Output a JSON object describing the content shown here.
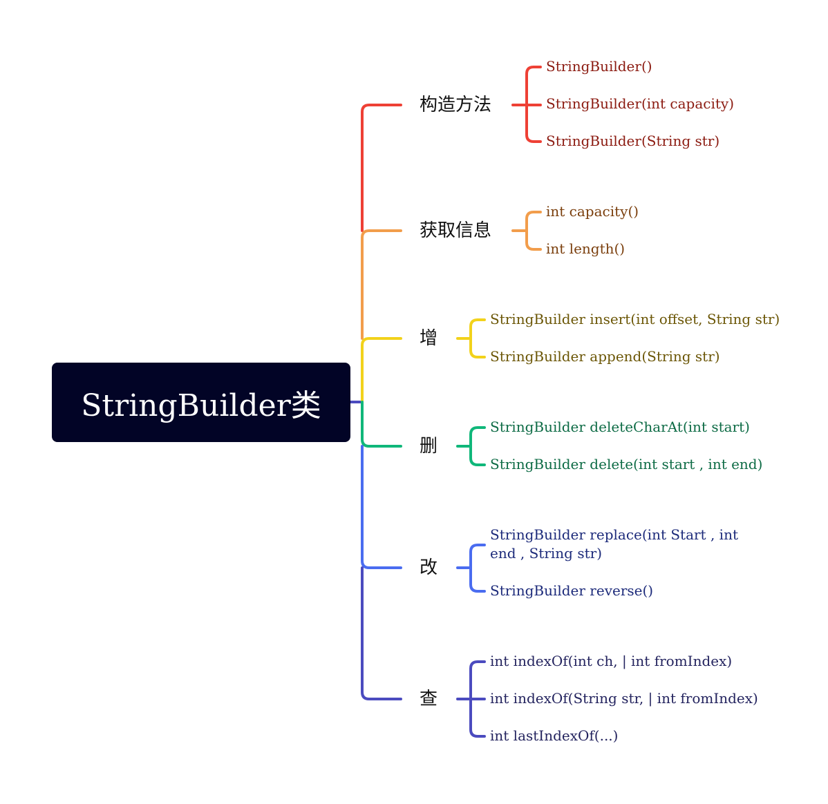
{
  "root": {
    "label": "StringBuilder类"
  },
  "colors": {
    "constructors": "#ee4035",
    "info": "#f29d4b",
    "add": "#f2d21b",
    "delete": "#10b77a",
    "modify": "#4a6cf0",
    "query": "#4b4bbf",
    "root_bg": "#020426"
  },
  "leaf_text_colors": {
    "constructors": "#8b1a10",
    "info": "#7a3e0c",
    "add": "#6b5606",
    "delete": "#0d6b45",
    "modify": "#1c2a7a",
    "query": "#23235e"
  },
  "branches": {
    "constructors": {
      "label": "构造方法",
      "items": [
        "StringBuilder()",
        "StringBuilder(int capacity)",
        "StringBuilder(String str)"
      ]
    },
    "info": {
      "label": "获取信息",
      "items": [
        "int capacity()",
        "int length()"
      ]
    },
    "add": {
      "label": "增",
      "items": [
        "StringBuilder insert(int offset, String str)",
        "StringBuilder append(String str)"
      ]
    },
    "delete": {
      "label": "删",
      "items": [
        "StringBuilder deleteCharAt(int start)",
        "StringBuilder delete(int start , int end)"
      ]
    },
    "modify": {
      "label": "改",
      "items": [
        "StringBuilder replace(int Start , int end , String str)",
        "StringBuilder reverse()"
      ]
    },
    "query": {
      "label": "查",
      "items": [
        "int indexOf(int ch, | int fromIndex)",
        "int indexOf(String str, | int fromIndex)",
        "int lastIndexOf(...)"
      ]
    }
  }
}
